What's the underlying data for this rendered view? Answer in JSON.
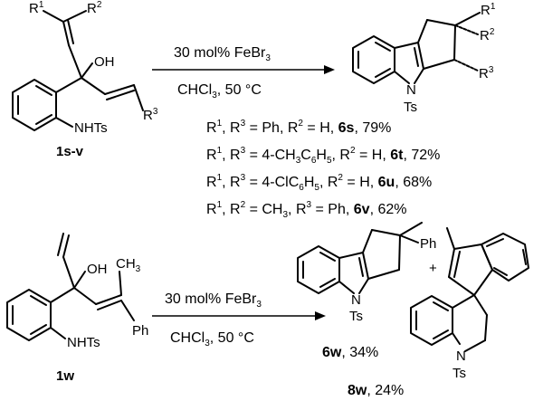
{
  "reaction1": {
    "substrate_label": "1s-v",
    "reagent": "30 mol% FeBr",
    "reagent_sub": "3",
    "solvent": "CHCl",
    "solvent_sub": "3",
    "solvent_cond": ", 50 °C",
    "product_atoms": {
      "ts": "Ts",
      "n": "N",
      "r1": "R",
      "r1_sup": "1",
      "r2": "R",
      "r2_sup": "2",
      "r3": "R",
      "r3_sup": "3"
    },
    "substrate_atoms": {
      "oh": "OH",
      "nhts": "NHTs",
      "r1": "R",
      "r1_sup": "1",
      "r2": "R",
      "r2_sup": "2",
      "r3": "R",
      "r3_sup": "3"
    },
    "results": [
      {
        "pre": "R",
        "s1": "1",
        "mid": ", R",
        "s2": "3",
        "rest": " = Ph, R",
        "s3": "2",
        "rest2": " = H, ",
        "cmpd": "6s",
        "yield": ", 79%"
      },
      {
        "pre": "R",
        "s1": "1",
        "mid": ", R",
        "s2": "3",
        "rest": " = 4-CH",
        "s3": "3",
        "rest2": "C",
        "s4": "6",
        "rest3": "H",
        "s5": "5",
        "rest4": ", R",
        "s6": "2",
        "rest5": " = H, ",
        "cmpd": "6t",
        "yield": ", 72%"
      },
      {
        "pre": "R",
        "s1": "1",
        "mid": ", R",
        "s2": "3",
        "rest": " = 4-ClC",
        "s3": "6",
        "rest2": "H",
        "s4": "5",
        "rest3": ", R",
        "s5": "2",
        "rest4": " = H, ",
        "cmpd": "6u",
        "yield": ", 68%"
      },
      {
        "pre": "R",
        "s1": "1",
        "mid": ", R",
        "s2": "2",
        "rest": " = CH",
        "s3": "3",
        "rest2": ", R",
        "s4": "3",
        "rest3": " = Ph, ",
        "cmpd": "6v",
        "yield": ", 62%"
      }
    ]
  },
  "reaction2": {
    "substrate_label": "1w",
    "reagent": "30 mol% FeBr",
    "reagent_sub": "3",
    "solvent": "CHCl",
    "solvent_sub": "3",
    "solvent_cond": ", 50 °C",
    "substrate_atoms": {
      "oh": "OH",
      "ch3": "CH",
      "ch3_sub": "3",
      "ph": "Ph",
      "nhts": "NHTs"
    },
    "product1_atoms": {
      "ph": "Ph",
      "n": "N",
      "ts": "Ts"
    },
    "product1_cmpd": "6w",
    "product1_yield": ", 34%",
    "plus": "+",
    "product2_atoms": {
      "n": "N",
      "ts": "Ts"
    },
    "product2_cmpd": "8w",
    "product2_yield": ", 24%"
  }
}
